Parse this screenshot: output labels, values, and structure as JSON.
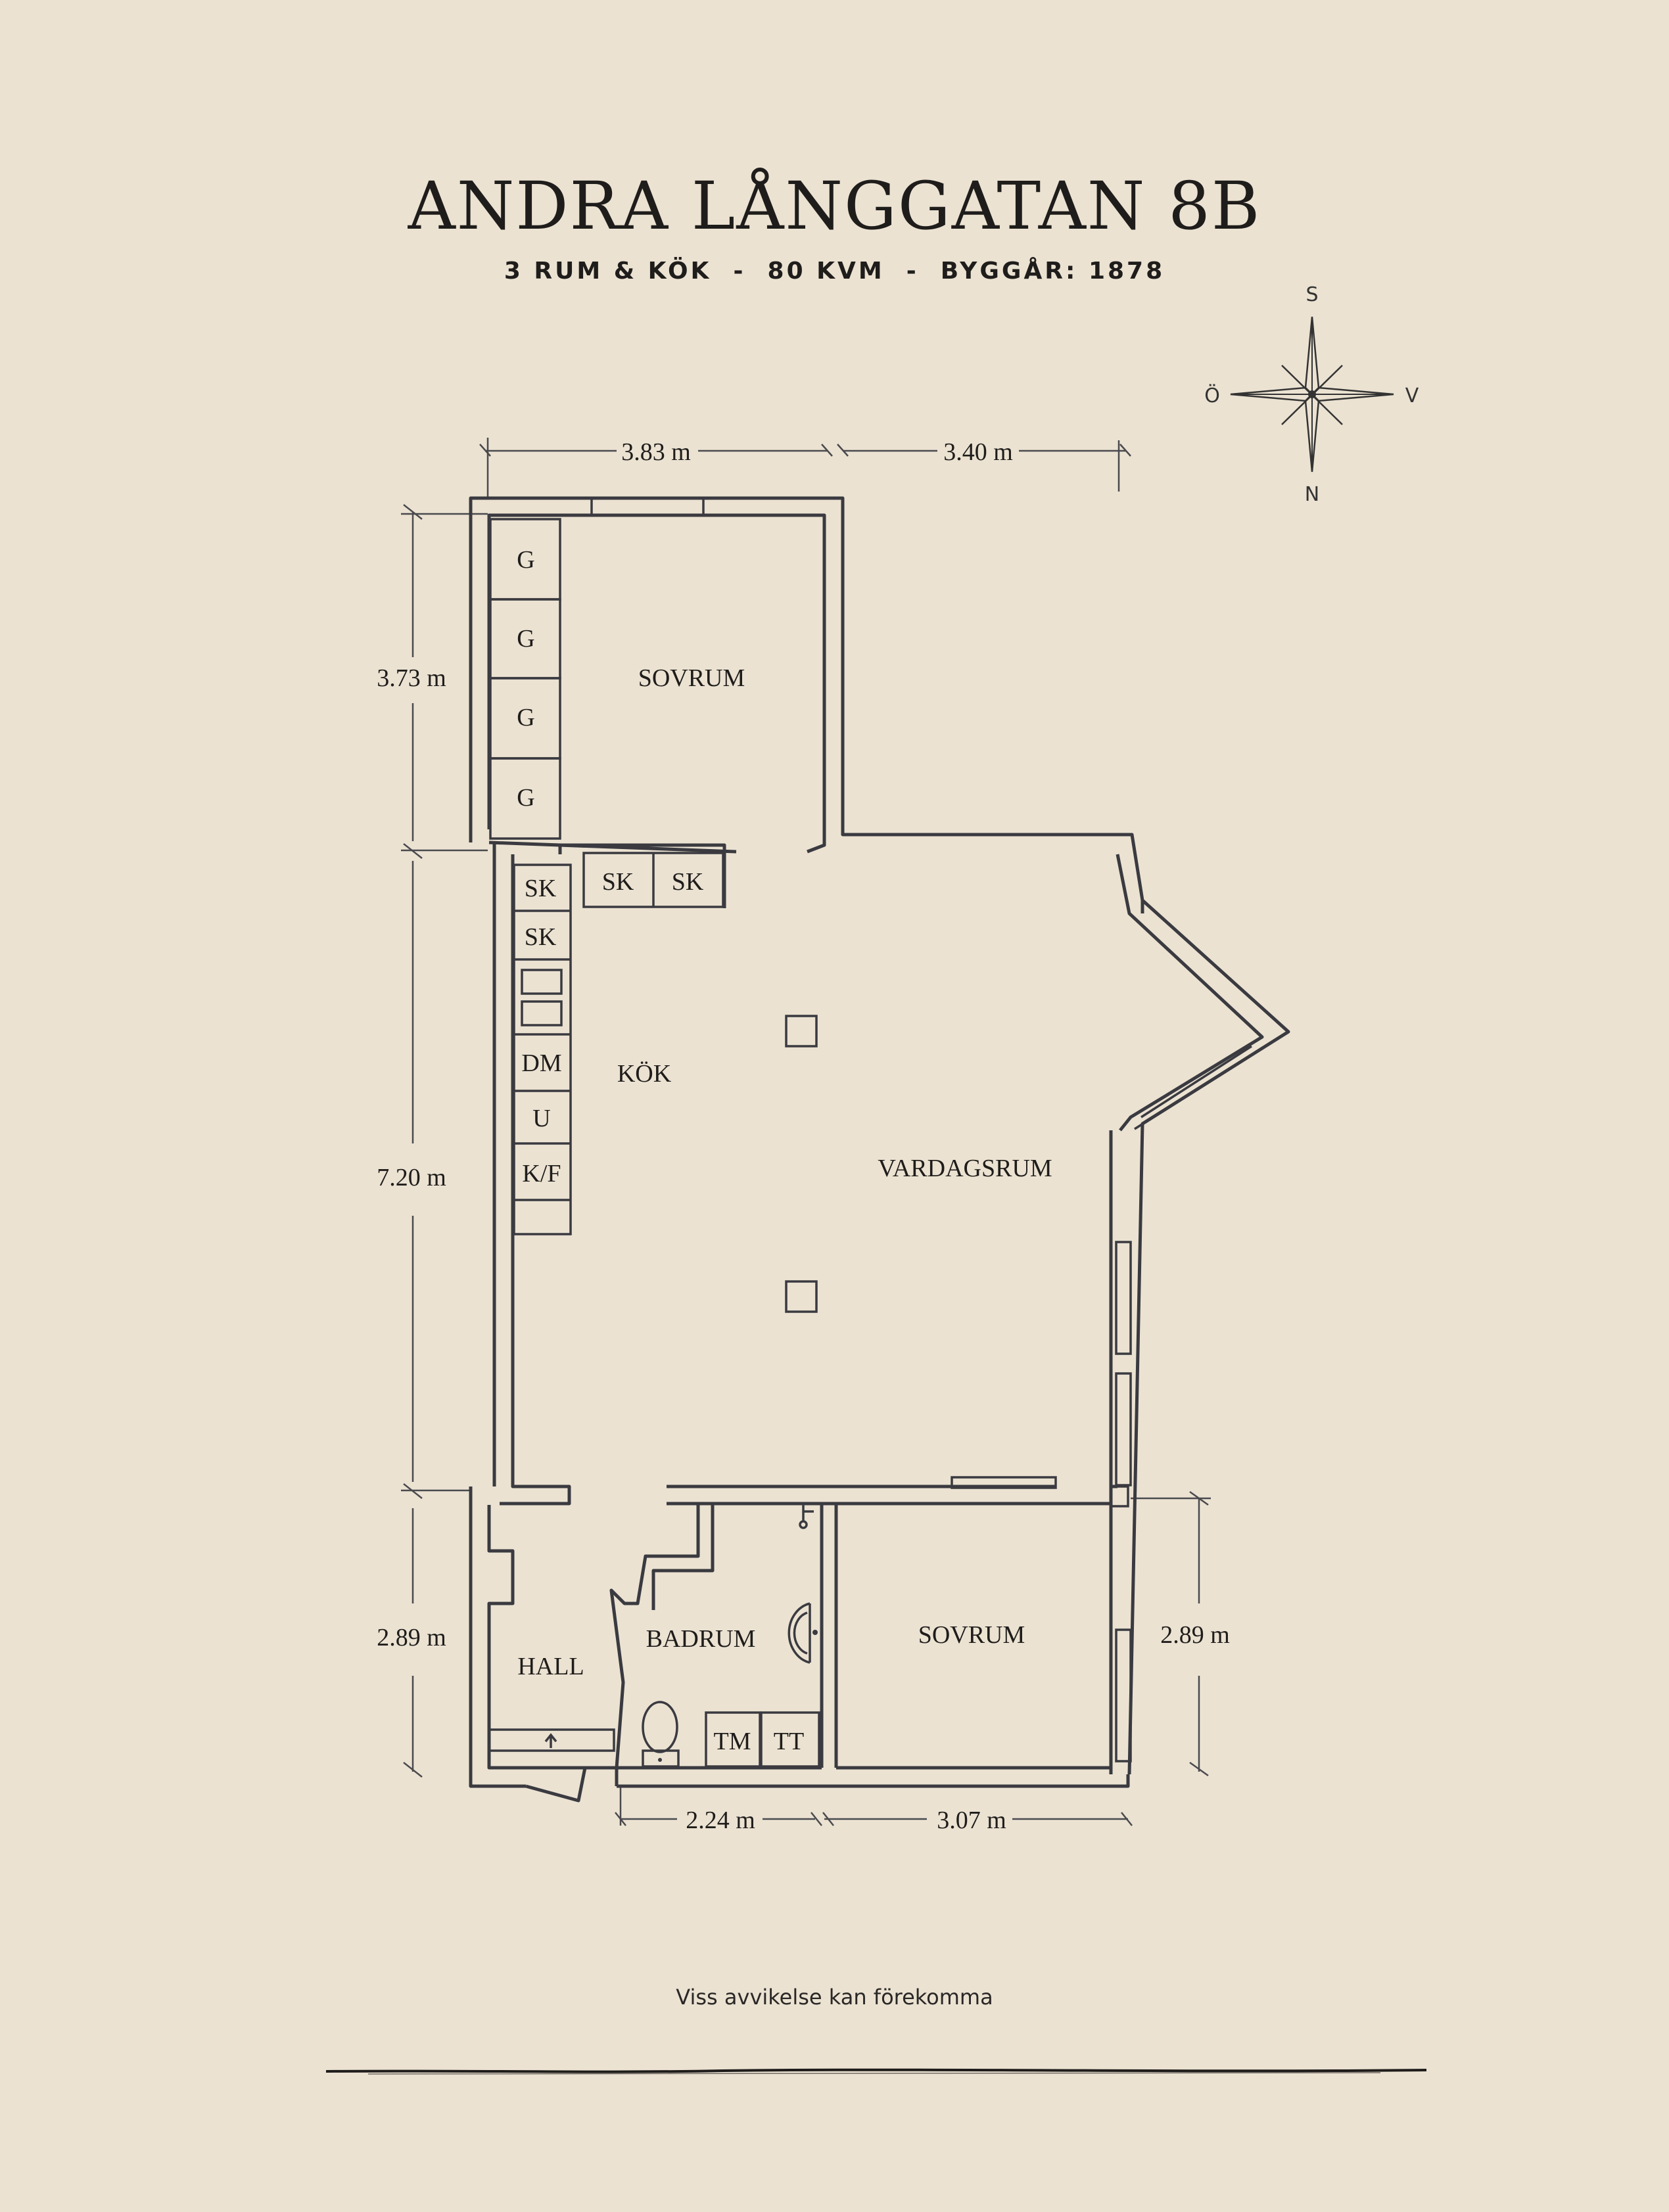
{
  "header": {
    "title": "ANDRA LÅNGGATAN 8B",
    "subtitle": "3 RUM & KÖK  -  80 KVM  -  BYGGÅR: 1878"
  },
  "rooms": {
    "sovrum_top": "SOVRUM",
    "kok": "KÖK",
    "vardagsrum": "VARDAGSRUM",
    "hall": "HALL",
    "badrum": "BADRUM",
    "sovrum_bottom": "SOVRUM"
  },
  "fixtures": {
    "g": "G",
    "sk": "SK",
    "dm": "DM",
    "u": "U",
    "kf": "K/F",
    "tm": "TM",
    "tt": "TT"
  },
  "dimensions": {
    "top_left": "3.83 m",
    "top_right": "3.40 m",
    "left_top": "3.73 m",
    "left_middle": "7.20 m",
    "left_bottom": "2.89 m",
    "right_bottom": "2.89 m",
    "bottom_left": "2.24 m",
    "bottom_right": "3.07 m"
  },
  "compass": {
    "top": "S",
    "right": "V",
    "bottom": "N",
    "left": "Ö"
  },
  "footer": {
    "disclaimer": "Viss avvikelse kan förekomma"
  },
  "colors": {
    "background": "#ebe2d2",
    "ink": "#1f1d1b",
    "walls": "#3a3a40"
  }
}
